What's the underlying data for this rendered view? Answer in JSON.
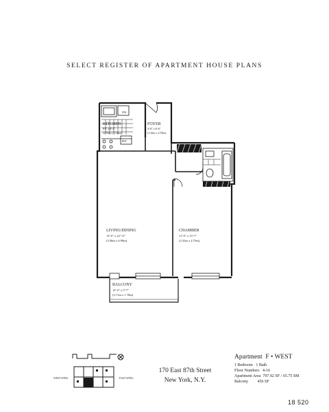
{
  "header": {
    "title": "SELECT REGISTER OF APARTMENT HOUSE PLANS"
  },
  "plan": {
    "rooms": {
      "kitchen": {
        "name": "KITCHEN",
        "dims": "8'6\" x 8'-4\"",
        "metric": "(2.59m x 2.54m)"
      },
      "foyer": {
        "name": "FOYER",
        "dims": "4'-8\" x 8'-6\"",
        "metric": "(1.42m x 2.59m)"
      },
      "living": {
        "name": "LIVING/DINING",
        "dims": "13'-0\" x 22'-11\"",
        "metric": "(3.96m x 6.99m)"
      },
      "chamber": {
        "name": "CHAMBER",
        "dims": "11'-0\" x 15'-7\"",
        "metric": "(3.35m x 4.75m)"
      },
      "balcony": {
        "name": "BALCONY",
        "dims": "12'-2\" x 5'-7\"",
        "metric": "(3.71m x 1.70m)"
      }
    },
    "fixtures": {
      "dishwasher": "DW",
      "refrigerator": "REF"
    }
  },
  "keyplan": {
    "west_wing": "WEST WING",
    "east_wing": "EAST WING"
  },
  "address": {
    "line1": "170 East 87th Street",
    "line2": "New York, N.Y."
  },
  "apartment": {
    "title": "Apartment",
    "unit": "F • WEST",
    "rows": [
      {
        "label": "1 Bedroom",
        "value": "1 Bath"
      },
      {
        "label": "Floor Numbers",
        "value": "4-16"
      },
      {
        "label": "Apartment Area",
        "value": "797.92 SF / 65.75 SM"
      },
      {
        "label": "Balcony",
        "value": "456 SF"
      }
    ]
  },
  "page_number": "18 520"
}
